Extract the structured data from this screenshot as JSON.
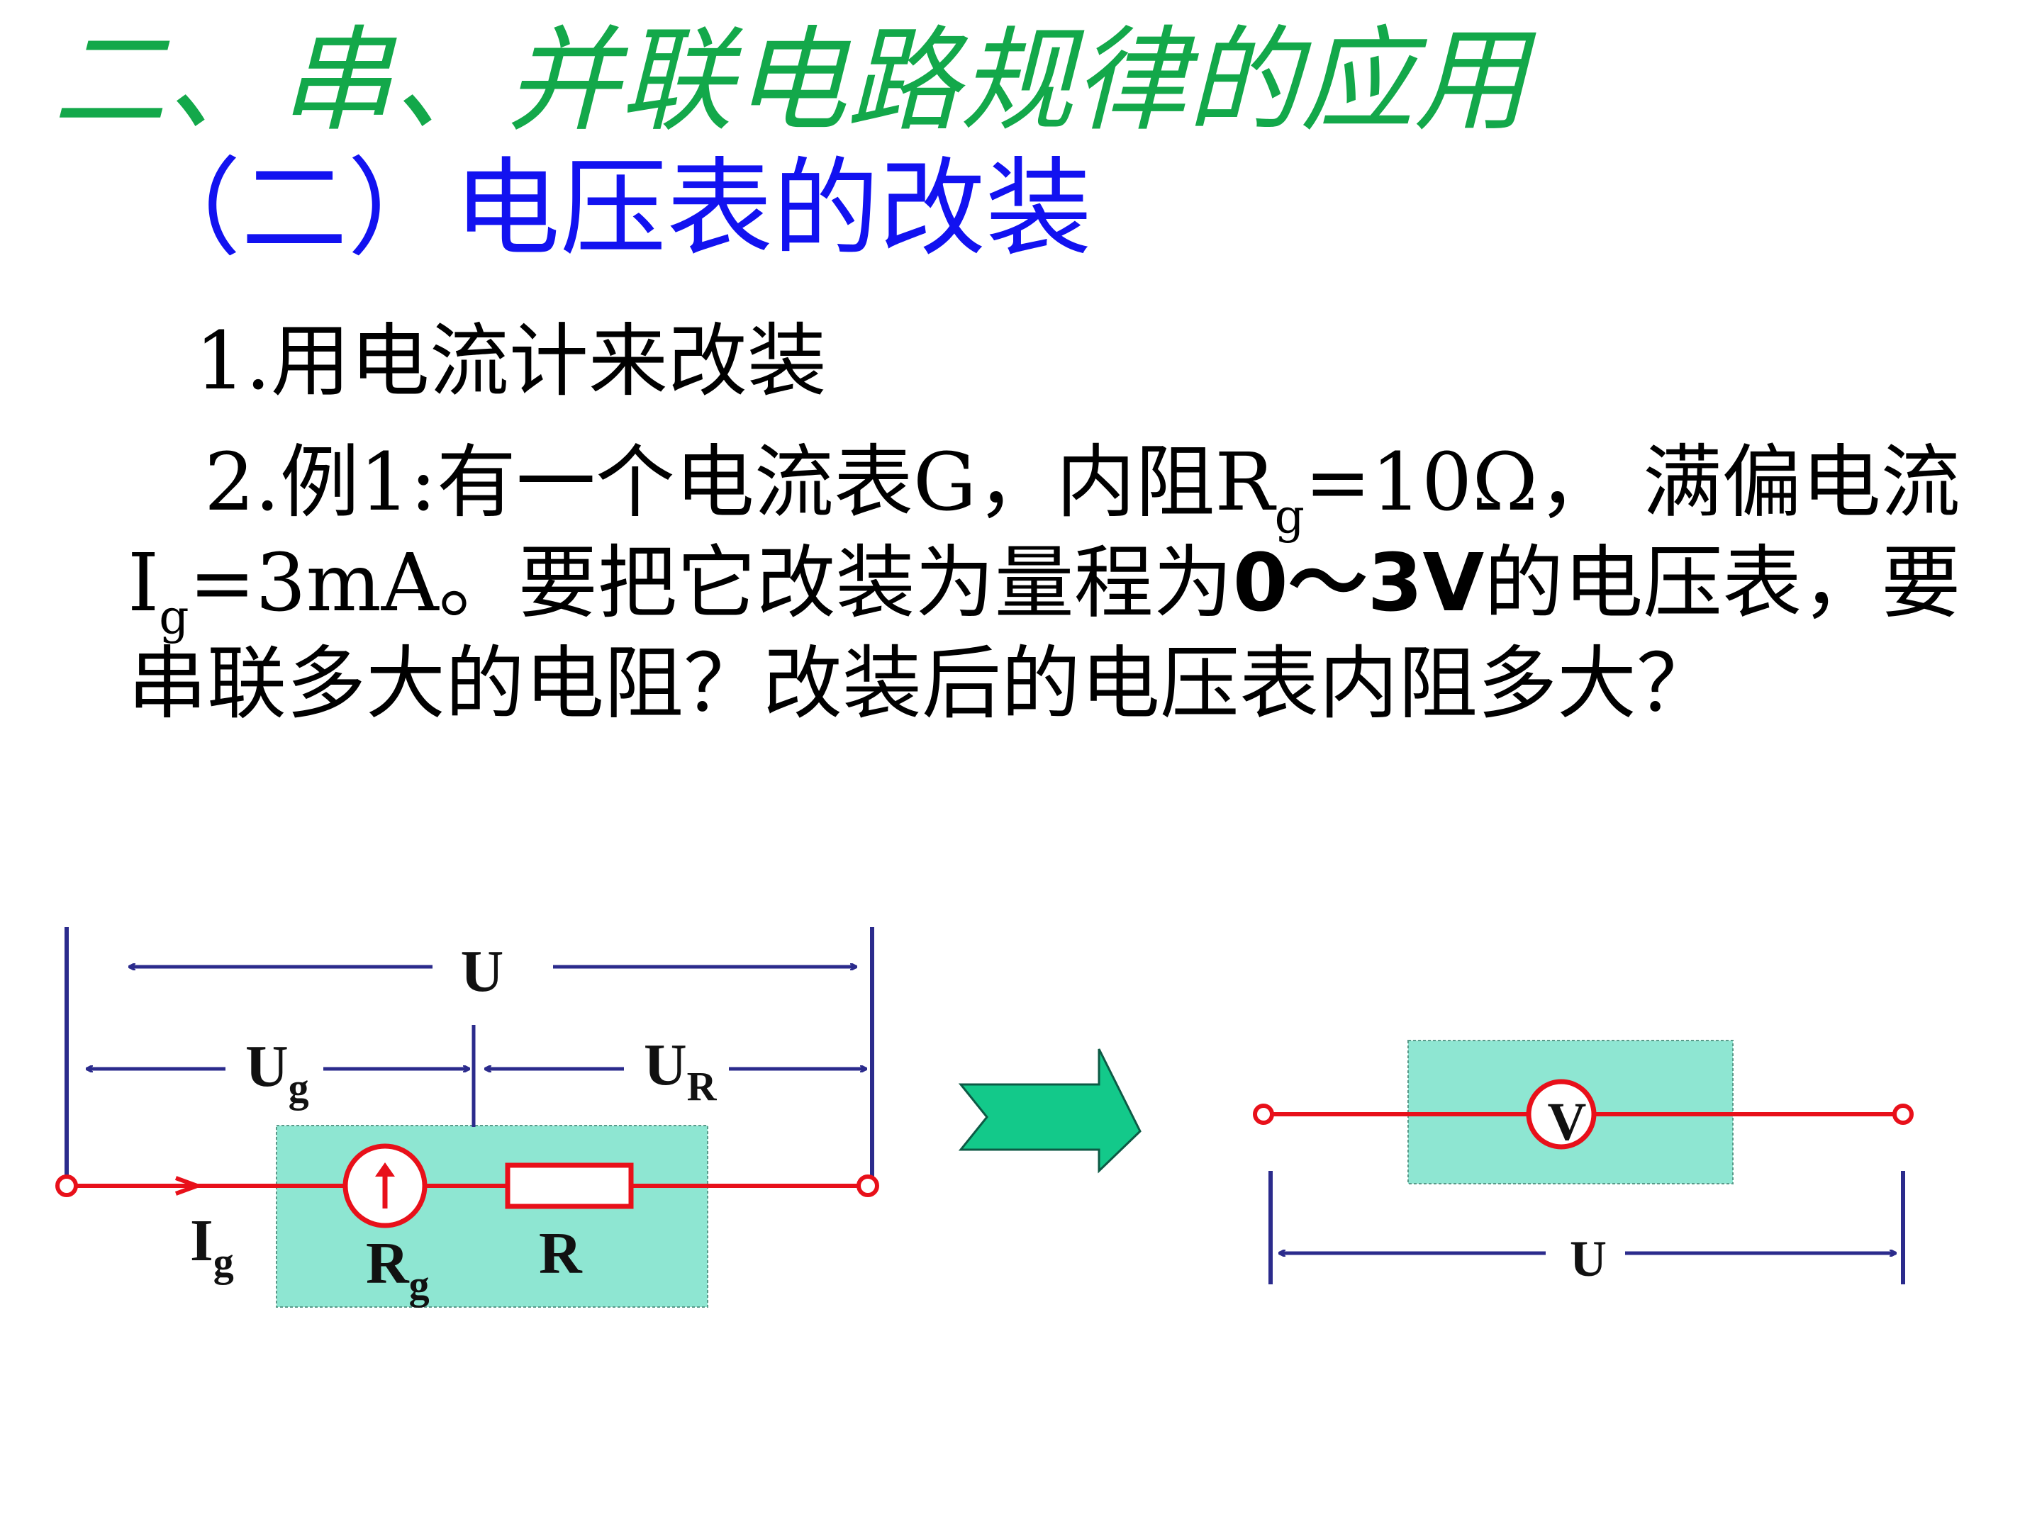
{
  "slide": {
    "title": "二、串、并联电路规律的应用",
    "subtitle": "（二）电压表的改装",
    "point1": "1.用电流计来改装",
    "point2": {
      "a": "2.例1:有一个电流表G，内阻R",
      "a_sub": "g",
      "b": "=10Ω， 满偏电流I",
      "b_sub": "g",
      "c": "=3mA。要把它改装为量程为",
      "c_bold": "0～3V",
      "d": "的电压表，要串联多大的电阻？改装后的电压表内阻多大？"
    }
  },
  "diagram_left": {
    "label_U": "U",
    "label_Ug_main": "U",
    "label_Ug_sub": "g",
    "label_UR_main": "U",
    "label_UR_sub": "R",
    "label_Ig_main": "I",
    "label_Ig_sub": "g",
    "label_Rg_main": "R",
    "label_Rg_sub": "g",
    "label_R": "R"
  },
  "diagram_right": {
    "meter_label": "V",
    "label_U": "U"
  },
  "colors": {
    "title": "#13a84a",
    "subtitle": "#1212f0",
    "wire": "#e8101a",
    "dimension": "#2b2b8c",
    "box_fill": "#8ee6d2",
    "arrow_fill": "#13c98a"
  },
  "icons": {
    "galvanometer": "galvanometer-up-arrow-icon",
    "transform_arrow": "right-arrow-icon"
  }
}
